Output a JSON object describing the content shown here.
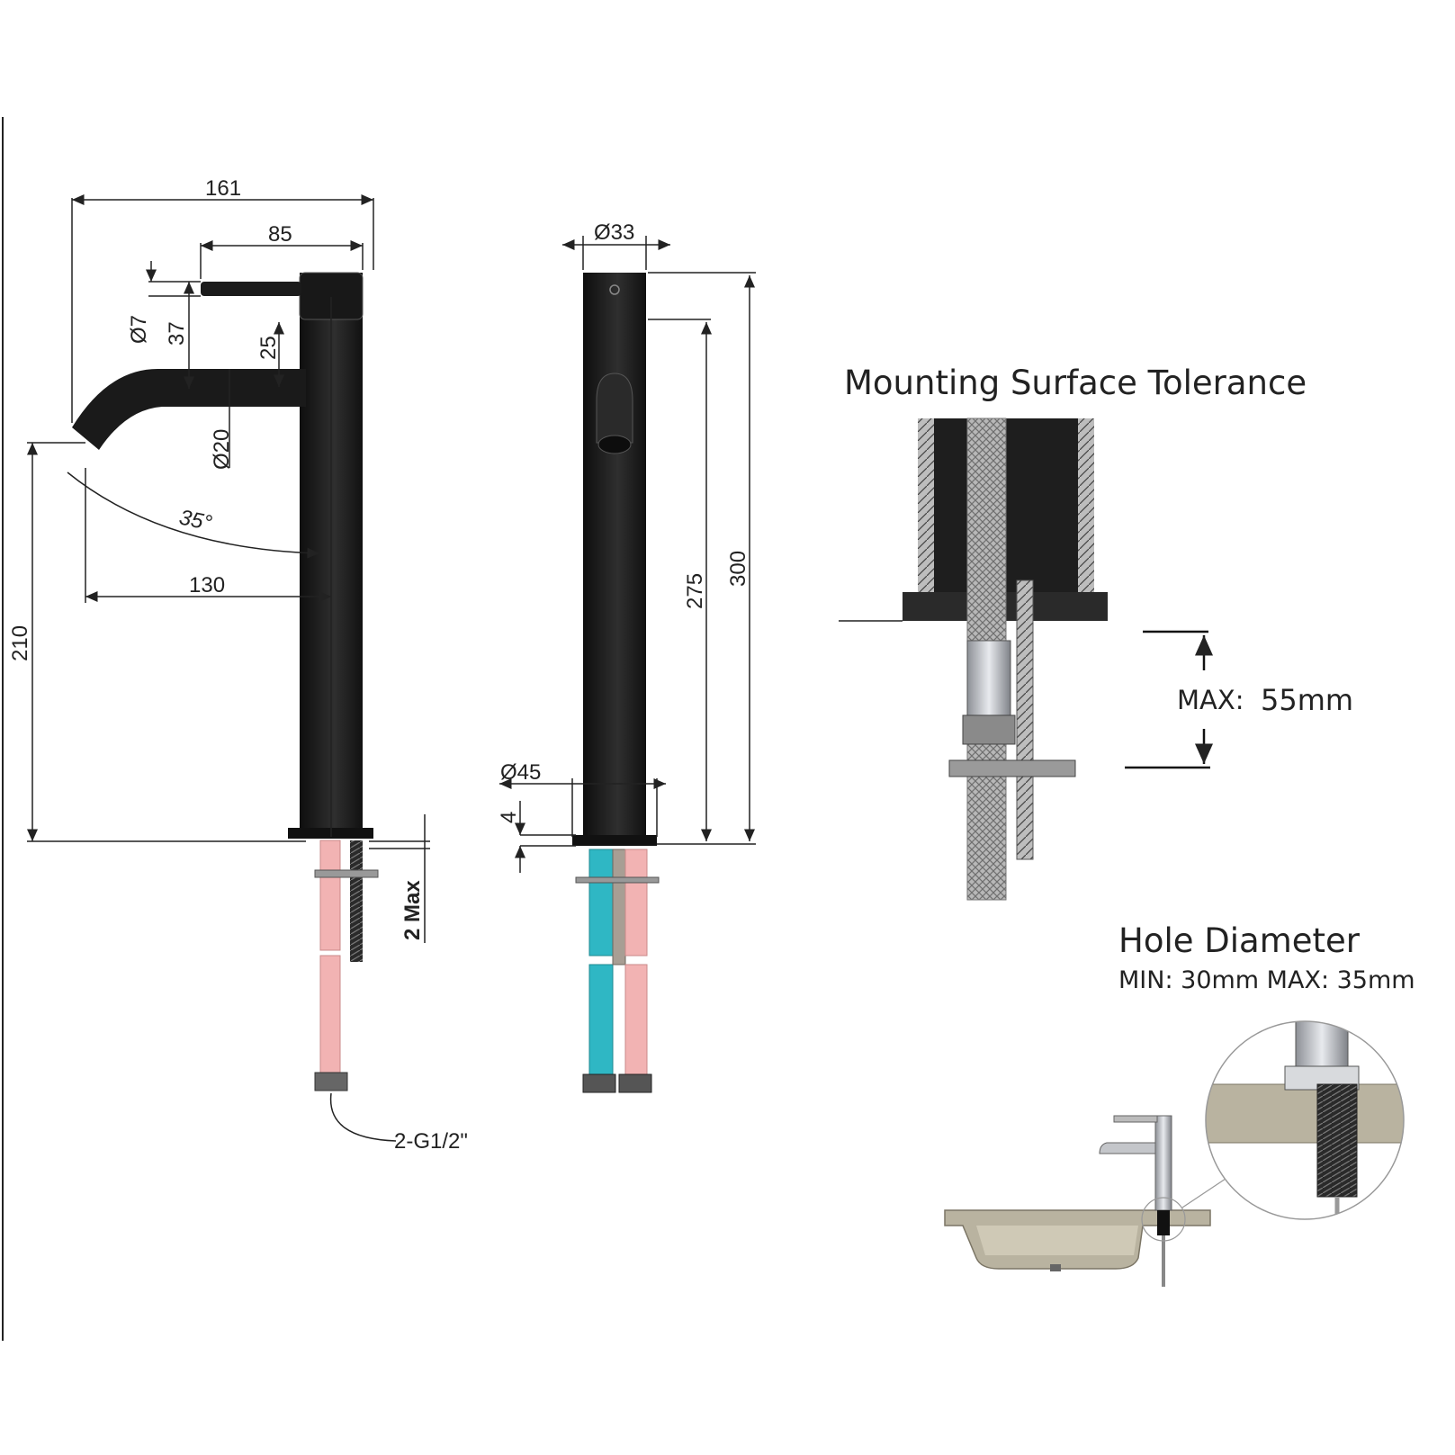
{
  "labels": {
    "w161": "161",
    "w85": "85",
    "d7": "Ø7",
    "h37": "37",
    "h25": "25",
    "d20": "Ø20",
    "a35": "35°",
    "w130": "130",
    "h210": "210",
    "max2": "2 Max",
    "thread": "2-G1/2\"",
    "d33": "Ø33",
    "h275": "275",
    "h300": "300",
    "d45": "Ø45",
    "h4": "4"
  },
  "mounting": {
    "title": "Mounting Surface Tolerance",
    "max_label": "MAX:",
    "max_value": "55mm"
  },
  "hole": {
    "title": "Hole Diameter",
    "range": "MIN: 30mm  MAX: 35mm"
  },
  "colors": {
    "body": "#1c1c1c",
    "hose_pink": "#f2b3b3",
    "hose_cyan": "#2fb7c4",
    "braid": "#a7a7a7",
    "basin": "#b9b3a0",
    "chrome": "#c9ccd1"
  }
}
